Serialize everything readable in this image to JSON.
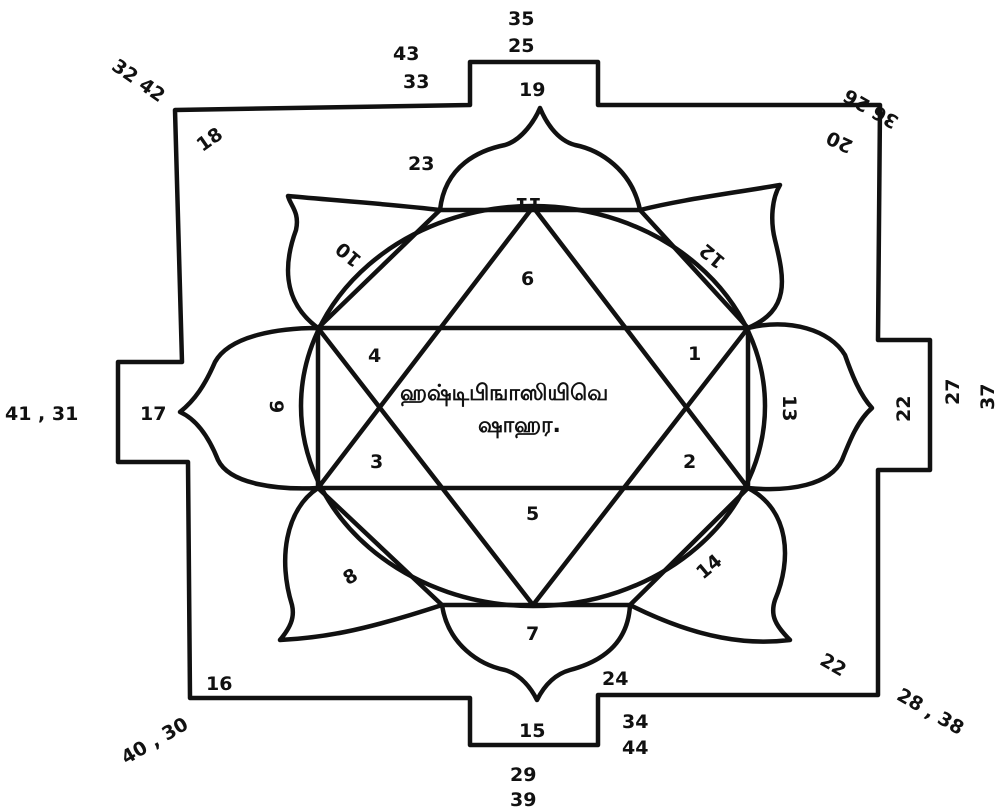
{
  "labels": {
    "top_outer_a": "35",
    "top_outer_b": "25",
    "top_left_a": "43",
    "top_left_b": "33",
    "corner_tl": "32 42",
    "corner_tr": "36 26",
    "top_gate": "19",
    "corner_tl_inner": "18",
    "corner_tr_inner": "20",
    "petal_tl_outer": "23",
    "petal_top": "11",
    "petal_tl": "10",
    "petal_tr": "12",
    "tri_top": "6",
    "tri_tl": "4",
    "tri_tr": "1",
    "tri_bl": "3",
    "tri_br": "2",
    "tri_bottom": "5",
    "left_outer": "41 , 31",
    "left_gate": "17",
    "petal_left": "9",
    "petal_right": "13",
    "right_gate": "22",
    "right_outer_a": "27",
    "right_outer_b": "37",
    "petal_bl": "8",
    "petal_br": "14",
    "petal_bottom": "7",
    "corner_bl_inner": "16",
    "bottom_petal_outer": "24",
    "corner_br_inner": "22",
    "bottom_gate": "15",
    "corner_bl": "40 , 30",
    "bottom_right_a": "34",
    "bottom_right_b": "44",
    "corner_br": "28 , 38",
    "bottom_outer_a": "29",
    "bottom_outer_b": "39",
    "center_line1": "ஹஷ்டிபிஙாஸியிவெ",
    "center_line2": "ஷாஹர."
  }
}
